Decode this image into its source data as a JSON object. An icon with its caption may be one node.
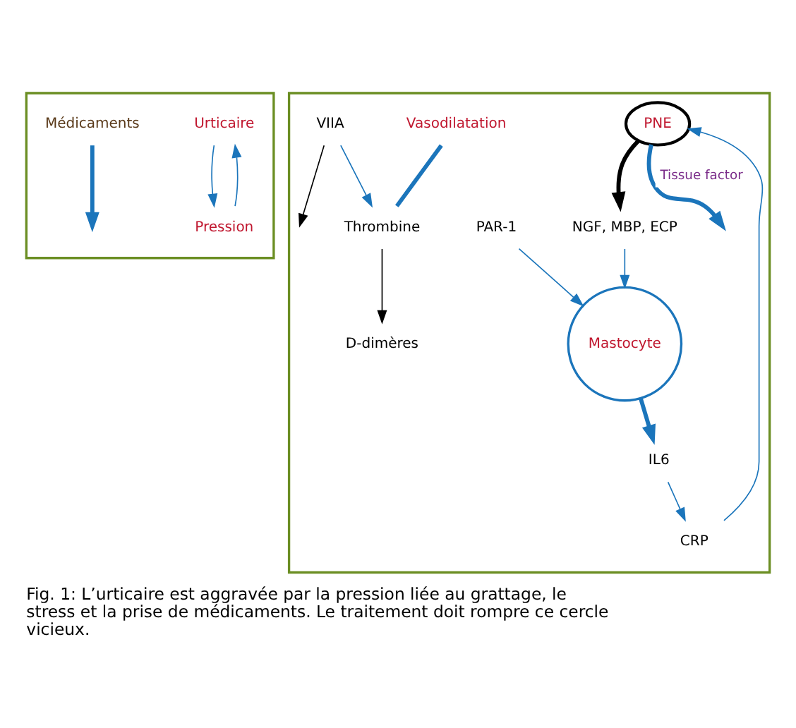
{
  "diagram": {
    "caption": "Fig. 1: L’urticaire est aggravée par la pression liée au grattage, le stress et la prise de médicaments. Le traitement doit rompre ce cercle vicieux.",
    "nodes": [
      {
        "text": [],
        "shape": "box"
      },
      {
        "text": [
          "Urticaire"
        ],
        "in": 0
      },
      {
        "text": [
          "Pression"
        ],
        "in": 0
      },
      {
        "text": [
          "Médicaments"
        ],
        "in": 0
      },
      {
        "text": [],
        "shape": "box"
      },
      {
        "text": [
          "D-dimères"
        ],
        "in": 4
      },
      {
        "text": [
          "Vasodilatation"
        ],
        "in": 4
      },
      {
        "text": [
          "PNE"
        ],
        "in": 4
      },
      {
        "text": [
          "VIIA"
        ],
        "in": 4
      },
      {
        "text": [
          "Thrombine"
        ],
        "in": 4
      },
      {
        "text": [
          "PAR-1"
        ],
        "in": 4
      },
      {
        "text": [
          "NGF, MBP, ECP"
        ],
        "in": 4
      },
      {
        "text": [
          "CRP"
        ],
        "in": 4
      },
      {
        "text": [
          "IL6"
        ],
        "in": 4
      },
      {
        "text": [
          "Mastocyte"
        ],
        "in": 4
      }
    ],
    "edges": [
      {
        "from": 1,
        "to": 2,
        "arrow": "to"
      },
      {
        "from": 2,
        "to": 1,
        "arrow": "to"
      },
      {
        "from": 3,
        "to": null,
        "arrow": "to",
        "style": "thick"
      },
      {
        "from": 9,
        "to": 5,
        "arrow": "to",
        "color": "#000000"
      },
      {
        "from": 6,
        "to": 9,
        "arrow": "none",
        "style": "thick"
      },
      {
        "from": 8,
        "to": 9,
        "arrow": "to"
      },
      {
        "from": 8,
        "to": null,
        "arrow": "to",
        "color": "#000000"
      },
      {
        "from": 7,
        "to": null,
        "arrow": "to",
        "label": "Tissue factor",
        "style": "thick"
      },
      {
        "from": 7,
        "to": 11,
        "arrow": "to",
        "style": "thick",
        "color": "#000000"
      },
      {
        "from": 12,
        "to": 7,
        "arrow": "to"
      },
      {
        "from": 14,
        "to": 13,
        "arrow": "to",
        "style": "thick"
      },
      {
        "from": 13,
        "to": 12,
        "arrow": "to"
      },
      {
        "from": 10,
        "to": 14,
        "arrow": "to"
      },
      {
        "from": 11,
        "to": 14,
        "arrow": "to"
      }
    ]
  }
}
